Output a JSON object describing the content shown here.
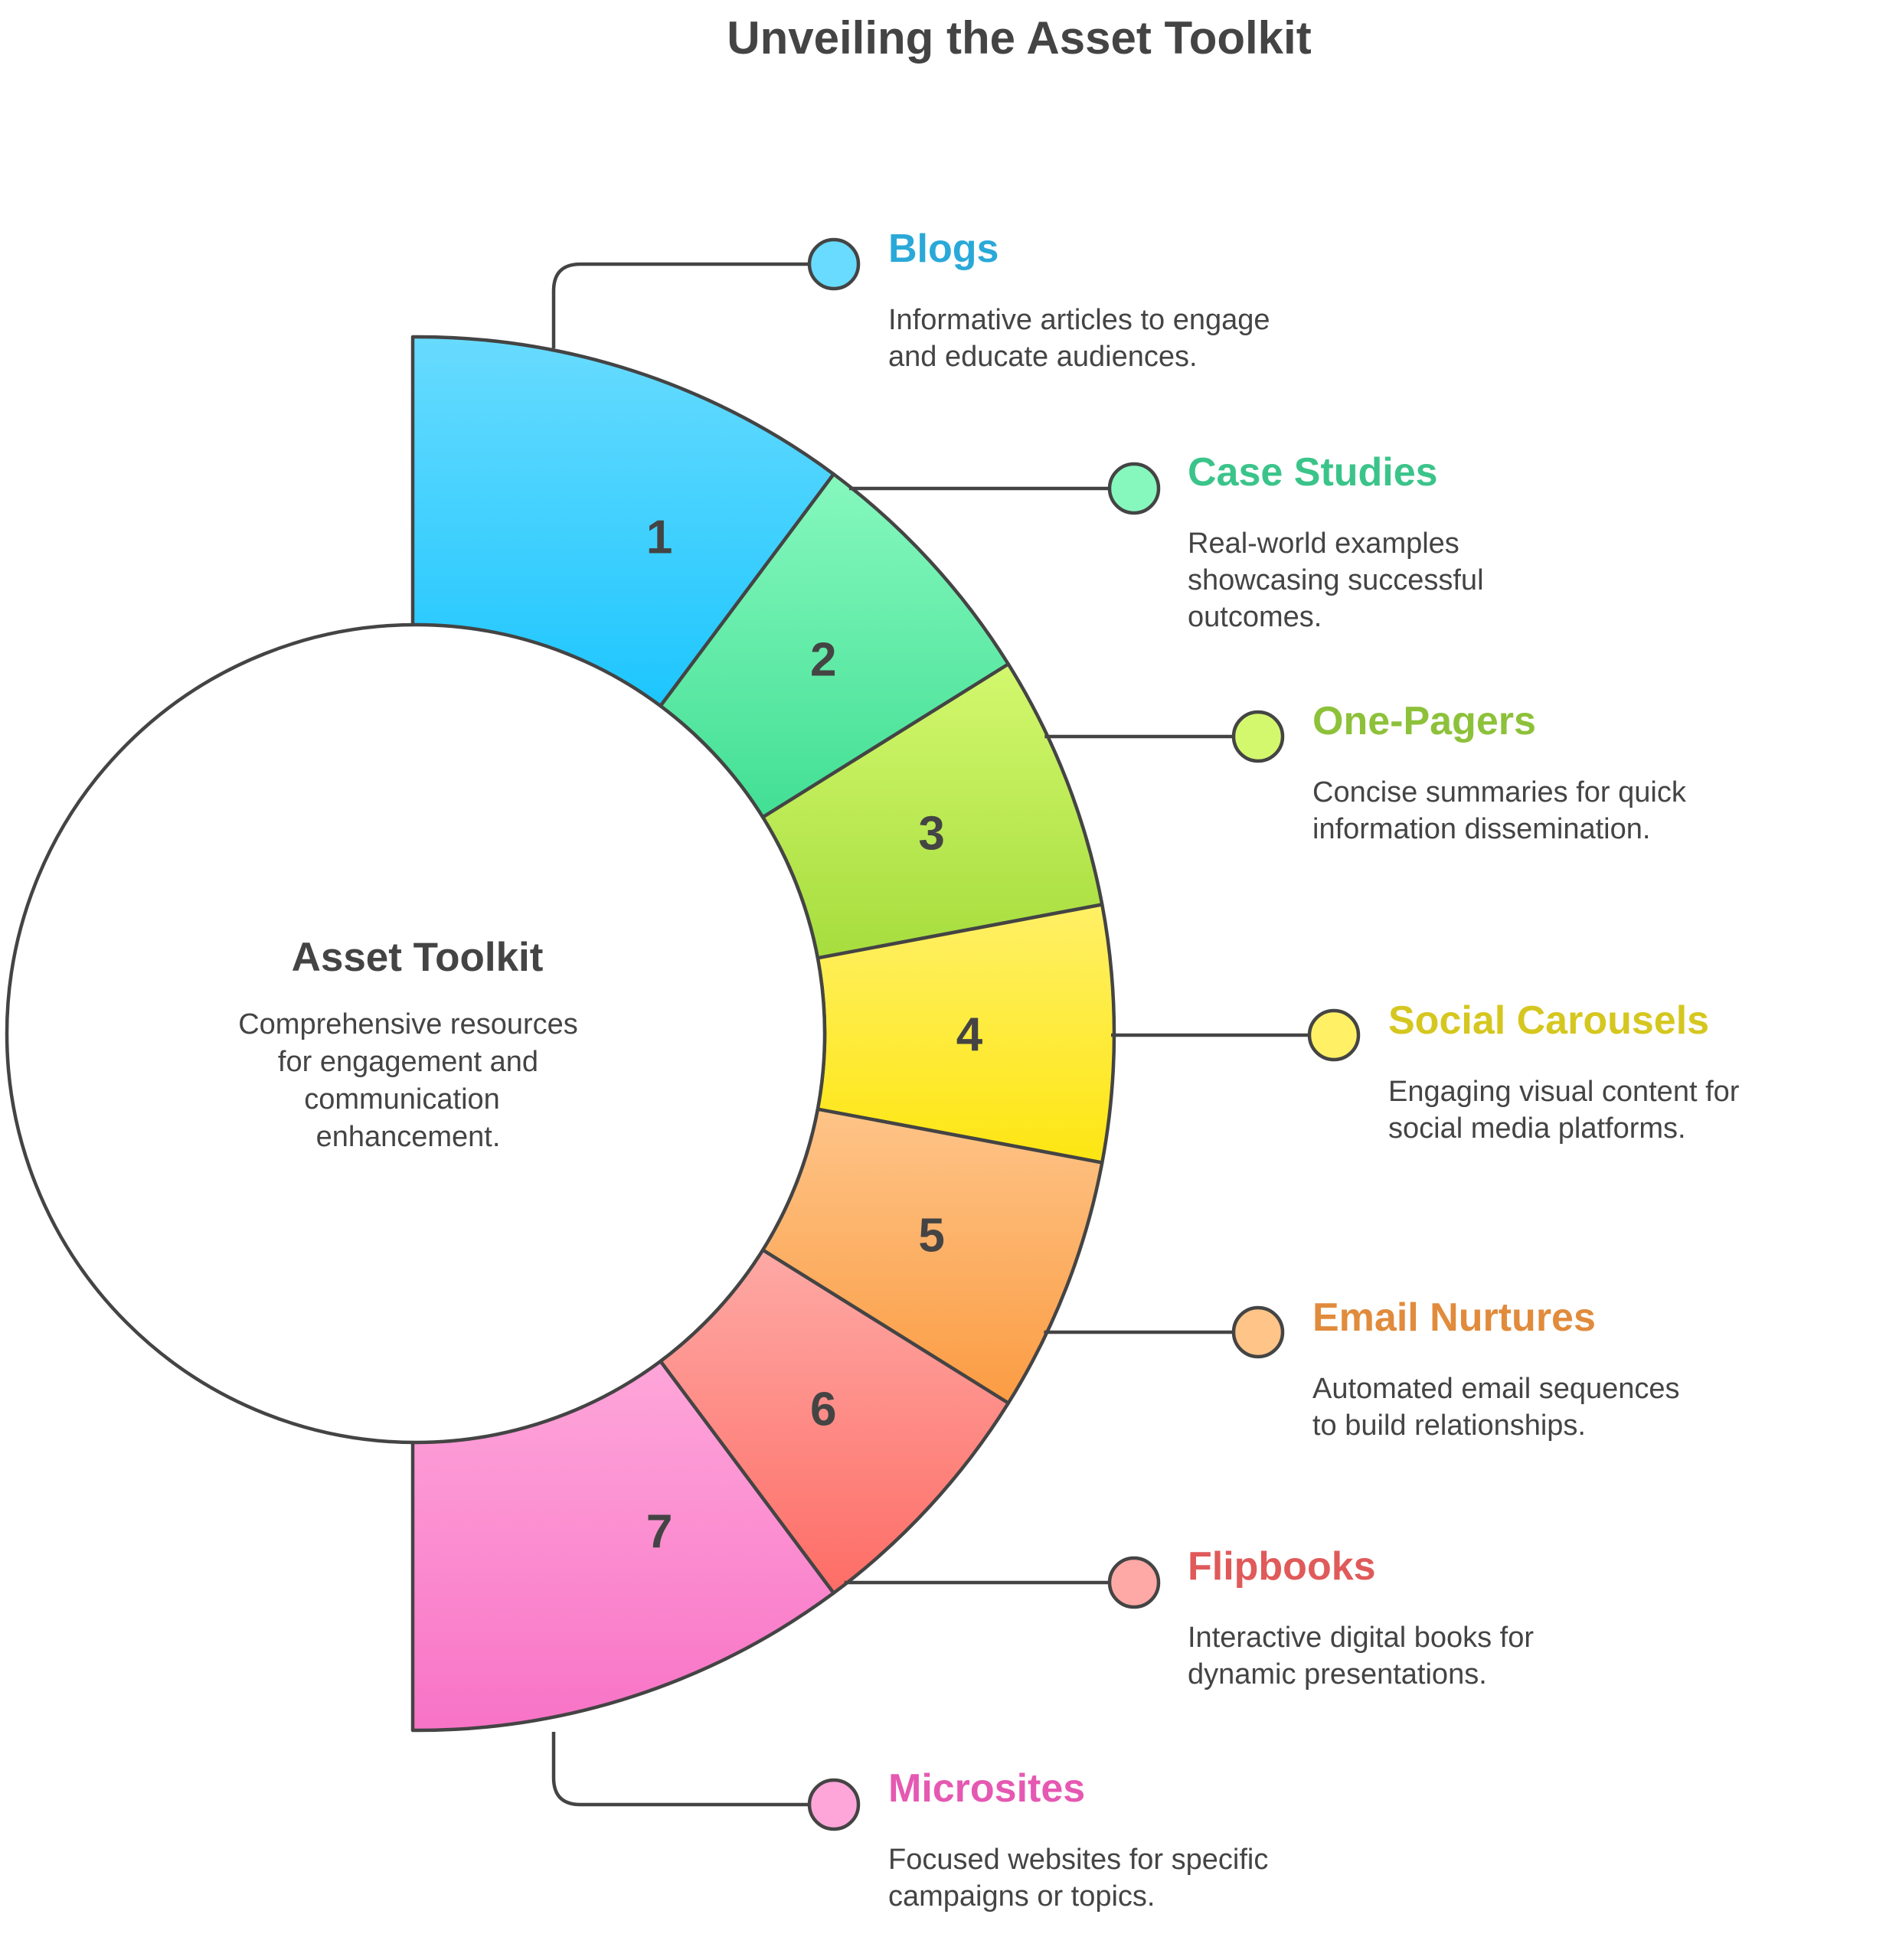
{
  "title": "Unveiling the Asset Toolkit",
  "center": {
    "title": "Asset Toolkit",
    "description": [
      "Comprehensive resources",
      "for engagement and",
      "communication",
      "enhancement."
    ]
  },
  "items": [
    {
      "number": "1",
      "title": "Blogs",
      "description": [
        "Informative articles to engage",
        "and educate audiences."
      ],
      "title_color": "#2AA9D8",
      "fill_top": "#68DBFE",
      "fill_bottom": "#1DC6FE"
    },
    {
      "number": "2",
      "title": "Case Studies",
      "description": [
        "Real-world examples",
        "showcasing successful",
        "outcomes."
      ],
      "title_color": "#3BC48A",
      "fill_top": "#86F8BE",
      "fill_bottom": "#42DF94"
    },
    {
      "number": "3",
      "title": "One-Pagers",
      "description": [
        "Concise summaries for quick",
        "information dissemination."
      ],
      "title_color": "#8DC13A",
      "fill_top": "#D3F86E",
      "fill_bottom": "#A6DD3D"
    },
    {
      "number": "4",
      "title": "Social Carousels",
      "description": [
        "Engaging visual content for",
        "social media platforms."
      ],
      "title_color": "#D5C71F",
      "fill_top": "#FFF066",
      "fill_bottom": "#FDE612"
    },
    {
      "number": "5",
      "title": "Email Nurtures",
      "description": [
        "Automated email sequences",
        "to build relationships."
      ],
      "title_color": "#E18B3C",
      "fill_top": "#FEC488",
      "fill_bottom": "#FB9C43"
    },
    {
      "number": "6",
      "title": "Flipbooks",
      "description": [
        "Interactive digital books for",
        "dynamic presentations."
      ],
      "title_color": "#E05A5A",
      "fill_top": "#FEA9A5",
      "fill_bottom": "#FE6D66"
    },
    {
      "number": "7",
      "title": "Microsites",
      "description": [
        "Focused websites for specific",
        "campaigns or topics."
      ],
      "title_color": "#E559B2",
      "fill_top": "#FEA6DA",
      "fill_bottom": "#F873C6"
    }
  ]
}
